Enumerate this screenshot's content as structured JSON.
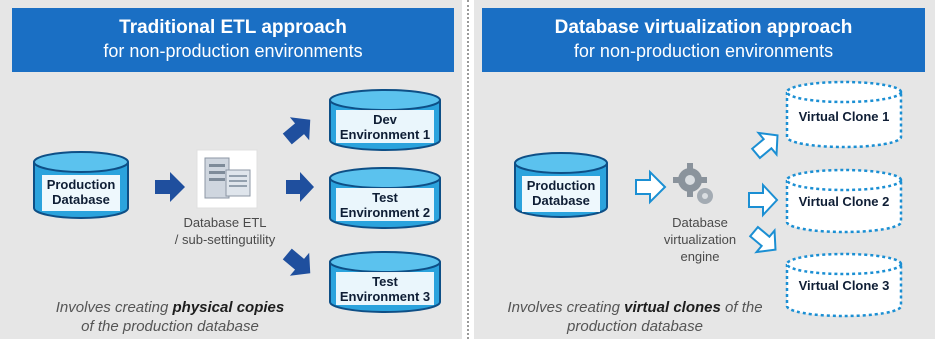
{
  "left": {
    "title": "Traditional ETL approach",
    "subtitle": "for non-production environments",
    "source_db": [
      "Production",
      "Database"
    ],
    "tool_caption": [
      "Database ETL",
      "/ sub-settingutility"
    ],
    "targets": [
      [
        "Dev",
        "Environment 1"
      ],
      [
        "Test",
        "Environment 2"
      ],
      [
        "Test",
        "Environment 3"
      ]
    ],
    "footer_pre": "Involves creating ",
    "footer_bold": "physical copies",
    "footer_post": "of the production database"
  },
  "right": {
    "title": "Database virtualization approach",
    "subtitle": "for non-production environments",
    "source_db": [
      "Production",
      "Database"
    ],
    "engine_caption": [
      "Database",
      "virtualization",
      "engine"
    ],
    "clones": [
      "Virtual Clone 1",
      "Virtual Clone 2",
      "Virtual Clone 3"
    ],
    "footer_pre": "Involves creating ",
    "footer_bold": "virtual clones",
    "footer_mid": " of the",
    "footer_post": "production database"
  },
  "colors": {
    "header_bg": "#1a6fc4",
    "cylinder_fill": "#2ba3dd",
    "cylinder_face": "#5bc2ee",
    "cylinder_stroke": "#0e4f86",
    "arrow_solid": "#1f4f9e",
    "arrow_outline": "#1b8fd3",
    "panel_bg": "#e6e6e6"
  },
  "icons": [
    "server-icon",
    "gears-icon"
  ]
}
